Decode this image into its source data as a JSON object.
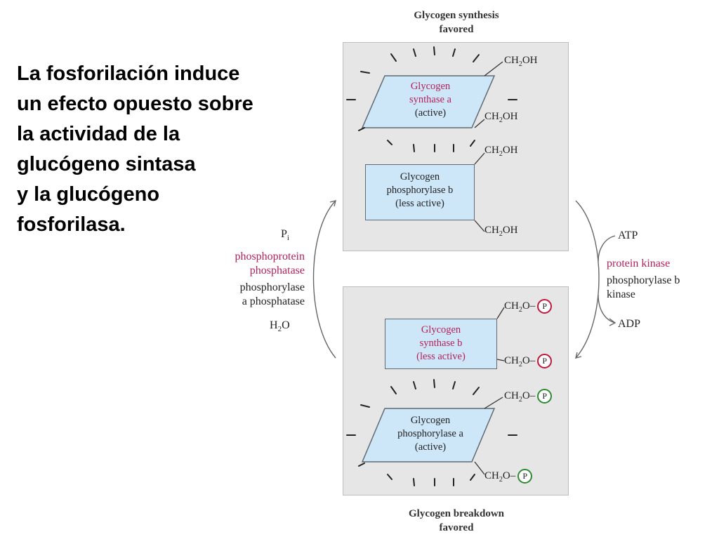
{
  "intro_lines": [
    "La fosforilación induce",
    "un efecto opuesto sobre",
    "la actividad de la",
    "glucógeno sintasa",
    "y la glucógeno",
    "fosforilasa."
  ],
  "top_panel": {
    "title": [
      "Glycogen synthesis",
      "favored"
    ],
    "synthase": [
      "Glycogen",
      "synthase a",
      "(active)"
    ],
    "phosphorylase": [
      "Glycogen",
      "phosphorylase b",
      "(less active)"
    ]
  },
  "bottom_panel": {
    "title": [
      "Glycogen breakdown",
      "favored"
    ],
    "synthase": [
      "Glycogen",
      "synthase b",
      "(less active)"
    ],
    "phosphorylase": [
      "Glycogen",
      "phosphorylase a",
      "(active)"
    ]
  },
  "left_side": {
    "pi": "P",
    "pi_sub": "i",
    "phosphatase": [
      "phosphoprotein",
      "phosphatase"
    ],
    "enzyme": [
      "phosphorylase",
      "a phosphatase"
    ],
    "h2o": "H",
    "h2o_sub": "2",
    "h2o_end": "O"
  },
  "right_side": {
    "atp": "ATP",
    "kinase": "protein kinase",
    "enzyme": [
      "phosphorylase b",
      "kinase"
    ],
    "adp": "ADP"
  },
  "groups": {
    "ch2oh_a": "CH",
    "ch2oh_b": "OH",
    "ch2o_a": "CH",
    "ch2o_b": "O",
    "sub2": "2",
    "phospho": "P"
  },
  "colors": {
    "panel": "#e6e6e6",
    "enzyme_fill": "#cde6f8",
    "pink_label": "#b3215a",
    "phosphate_red": "#c0183a",
    "phosphate_green": "#2f8a33"
  }
}
